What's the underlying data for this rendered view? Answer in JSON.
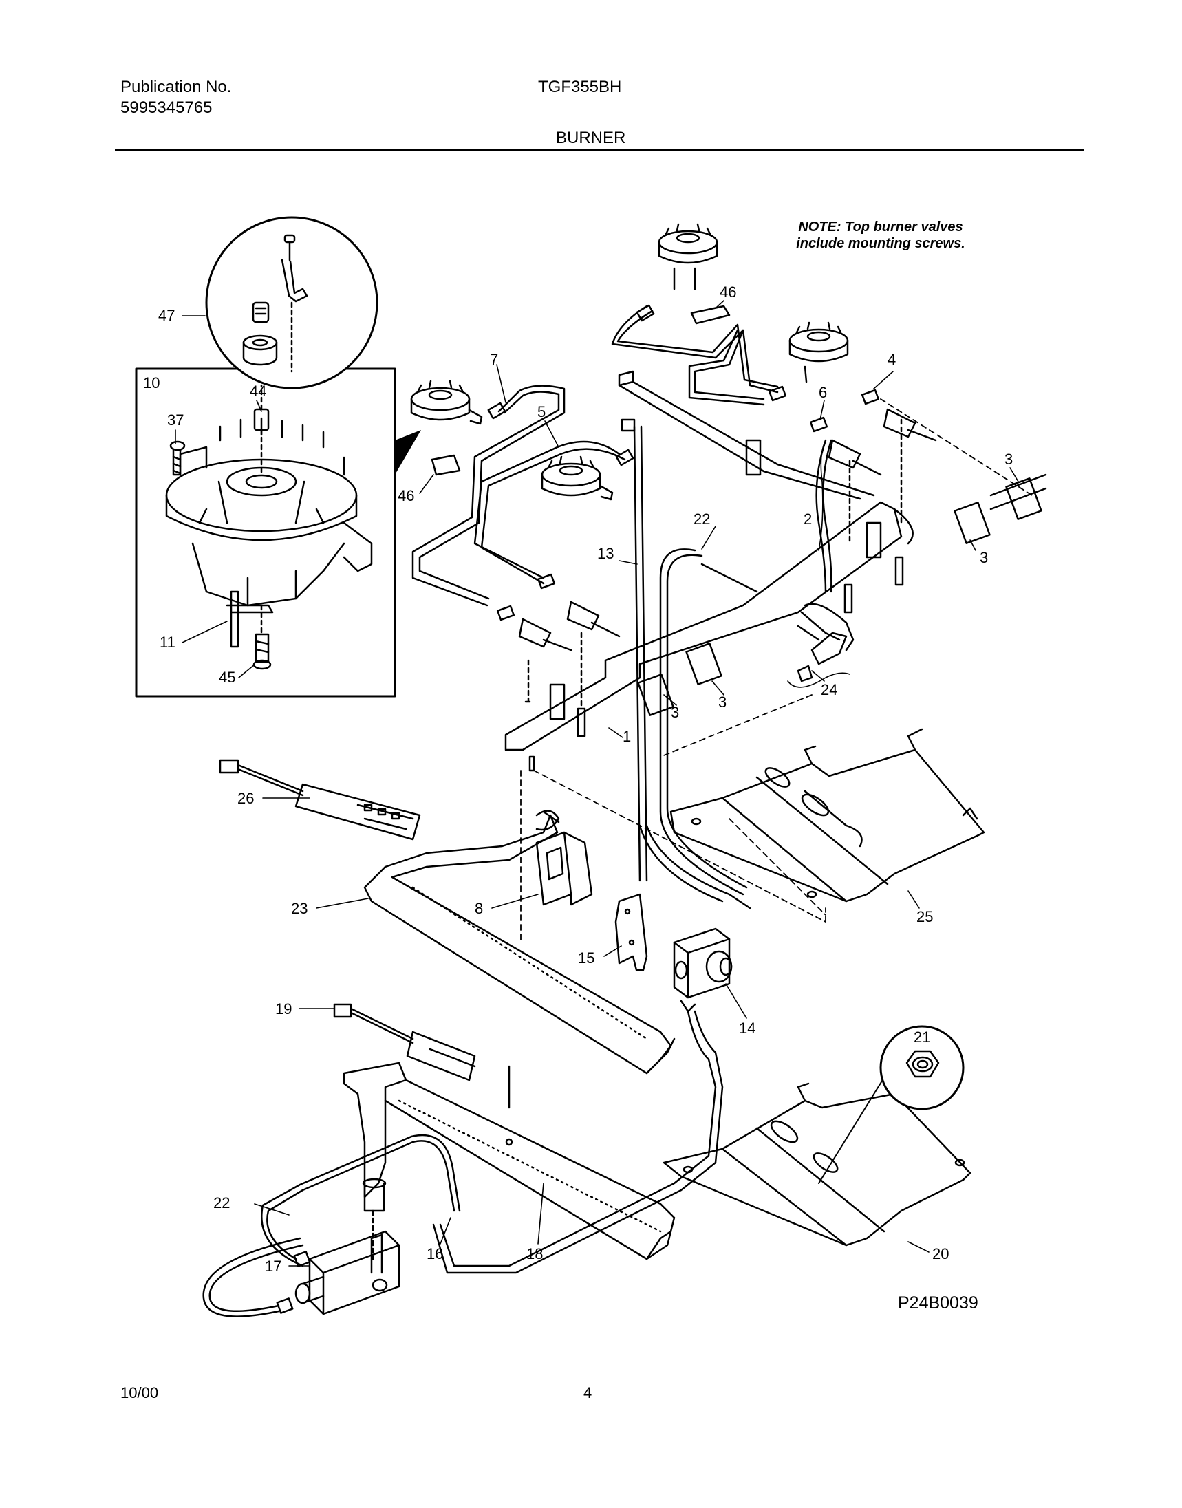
{
  "header": {
    "publication_label": "Publication No.",
    "publication_number": "5995345765",
    "model": "TGF355BH",
    "section": "BURNER"
  },
  "note": {
    "line1": "NOTE: Top burner valves",
    "line2": "include mounting screws."
  },
  "diagram_code": "P24B0039",
  "callouts": {
    "c47": "47",
    "c10": "10",
    "c44": "44",
    "c37": "37",
    "c11": "11",
    "c45": "45",
    "c7": "7",
    "c5": "5",
    "c46a": "46",
    "c46b": "46",
    "c4": "4",
    "c6": "6",
    "c3a": "3",
    "c3b": "3",
    "c3c": "3",
    "c3d": "3",
    "c2": "2",
    "c22a": "22",
    "c13": "13",
    "c1": "1",
    "c24": "24",
    "c26": "26",
    "c23": "23",
    "c8": "8",
    "c25": "25",
    "c15": "15",
    "c14": "14",
    "c19": "19",
    "c21": "21",
    "c22b": "22",
    "c17": "17",
    "c16": "16",
    "c18": "18",
    "c20": "20"
  },
  "footer": {
    "date": "10/00",
    "page": "4"
  }
}
